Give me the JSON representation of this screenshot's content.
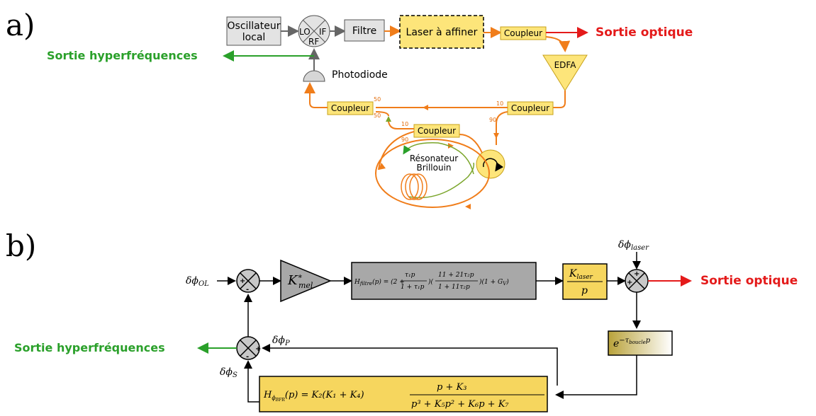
{
  "panel_a": {
    "label": "a)",
    "local_oscillator": "Oscillateur\nlocal",
    "mixer_lo": "LO",
    "mixer_if": "IF",
    "mixer_rf": "RF",
    "filter": "Filtre",
    "laser": "Laser à affiner",
    "coupler": "Coupleur",
    "optical_output": "Sortie optique",
    "microwave_output": "Sortie hyperfréquences",
    "photodiode": "Photodiode",
    "amplifier": "EDFA",
    "resonator": "Résonateur\nBrillouin",
    "port_50a": "50",
    "port_50b": "50",
    "port_10a": "10",
    "port_90a": "90",
    "port_10b": "10",
    "port_90b": "90"
  },
  "panel_b": {
    "label": "b)",
    "input_phase": "δϕ_OL",
    "gain": "K*_mel",
    "filter_tf": "H_filtre(p) = (2 + τ1p/(1+τ1p))(11+21τ2p)/(1+11τ2p)(1+G_V)",
    "laser_tf_num": "K_laser",
    "laser_tf_den": "p",
    "laser_phase_noise": "δϕ_laser",
    "optical_output": "Sortie optique",
    "delay": "e^(−τ_boucle p)",
    "microwave_output": "Sortie hyperfréquences",
    "photodiode_phase": "δϕ_P",
    "source_phase": "δϕ_S",
    "resonator_tf": "H_ϕBFR(p) = K2(K1+K4)(p+K3)/(p³+K5p²+K6p+K7)",
    "plus": "+",
    "minus": "-"
  },
  "colors": {
    "orange": "#f07d1a",
    "green": "#2aa02a",
    "red": "#e41a1a",
    "yellow_fill": "#fde57a",
    "yellow_stroke": "#c8a21a",
    "grey_fill": "#e3e3e3"
  }
}
